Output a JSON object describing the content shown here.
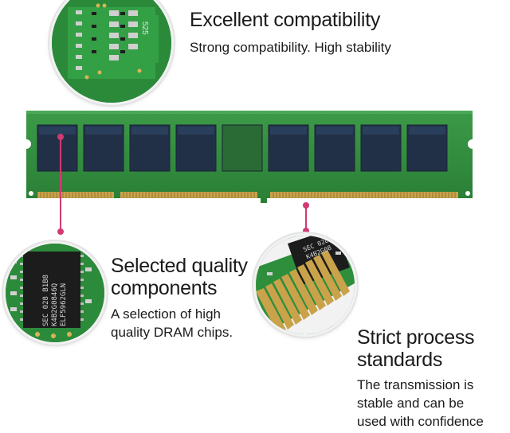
{
  "features": [
    {
      "title": "Excellent compatibility",
      "lines": [
        "Strong compatibility. High stability"
      ]
    },
    {
      "title_lines": [
        "Selected quality",
        "components"
      ],
      "lines": [
        "A selection of high",
        "quality DRAM chips."
      ]
    },
    {
      "title_lines": [
        "Strict process",
        "standards"
      ],
      "lines": [
        "The transmission is",
        "stable and can be",
        "used with confidence"
      ]
    }
  ],
  "chip_markings": {
    "top_label": "525",
    "left_chip": [
      "SEC 028 B1B8",
      "K4B2G0846Q",
      "ELF5962GLN"
    ],
    "right_chip": [
      "SEC 028",
      "K4B2G08"
    ]
  },
  "colors": {
    "pcb": "#2f8a3c",
    "chip": "#223047",
    "gold": "#c9a24a",
    "accent": "#d23a72"
  }
}
